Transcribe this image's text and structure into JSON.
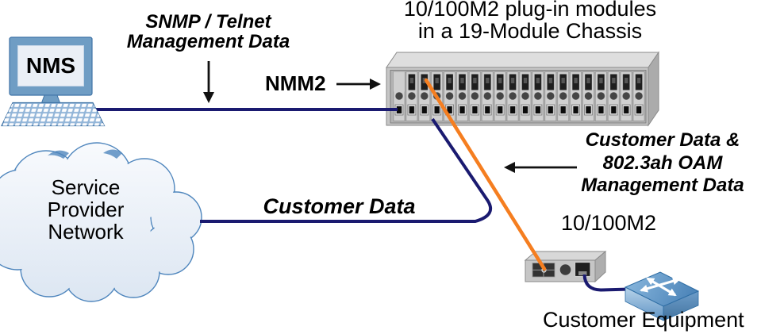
{
  "nodes": {
    "nms": {
      "label": "NMS"
    },
    "chassis": {
      "title_line1": "10/100M2 plug-in modules",
      "title_line2": "in a 19-Module Chassis",
      "nmm2_label": "NMM2",
      "module_count": 19
    },
    "cloud": {
      "line1": "Service",
      "line2": "Provider",
      "line3": "Network"
    },
    "media_converter": {
      "label": "10/100M2"
    },
    "customer_equipment": {
      "label": "Customer Equipment"
    }
  },
  "flows": {
    "snmp": {
      "line1": "SNMP / Telnet",
      "line2": "Management Data"
    },
    "customer_data": {
      "label": "Customer Data"
    },
    "oam": {
      "line1": "Customer Data &",
      "line2": "802.3ah OAM",
      "line3": "Management Data"
    }
  },
  "colors": {
    "navy": "#1a1a70",
    "orange": "#f57e20",
    "arrow_black": "#111111",
    "device_blue": "#6f9dc4",
    "switch_blue": "#5e9ac9",
    "chassis_gray": "#c6c6c6",
    "cloud_outline": "#4f86bd"
  }
}
